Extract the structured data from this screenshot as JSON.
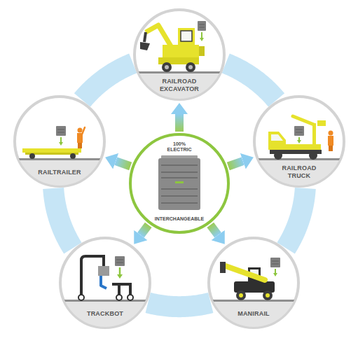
{
  "diagram": {
    "nodes": [
      {
        "text": [
          "100% ELECTRIC",
          "INTERCHANGEABLE"
        ]
      },
      {
        "text": [
          "RAILROAD EXCAVATOR"
        ]
      },
      {
        "text": [
          "RAILROAD TRUCK"
        ]
      },
      {
        "text": [
          "MANIRAIL"
        ]
      },
      {
        "text": [
          "TRACKBOT"
        ]
      },
      {
        "text": [
          "RAILTRAILER"
        ]
      }
    ],
    "edges": [
      {
        "from": 0,
        "to": 1,
        "arrow": "to"
      },
      {
        "from": 0,
        "to": 2,
        "arrow": "to"
      },
      {
        "from": 0,
        "to": 3,
        "arrow": "to"
      },
      {
        "from": 0,
        "to": 4,
        "arrow": "to"
      },
      {
        "from": 0,
        "to": 5,
        "arrow": "to"
      },
      {
        "from": 1,
        "to": 2,
        "arrow": "none"
      },
      {
        "from": 2,
        "to": 3,
        "arrow": "none"
      },
      {
        "from": 3,
        "to": 4,
        "arrow": "none"
      },
      {
        "from": 4,
        "to": 5,
        "arrow": "none"
      },
      {
        "from": 5,
        "to": 1,
        "arrow": "none"
      }
    ]
  }
}
